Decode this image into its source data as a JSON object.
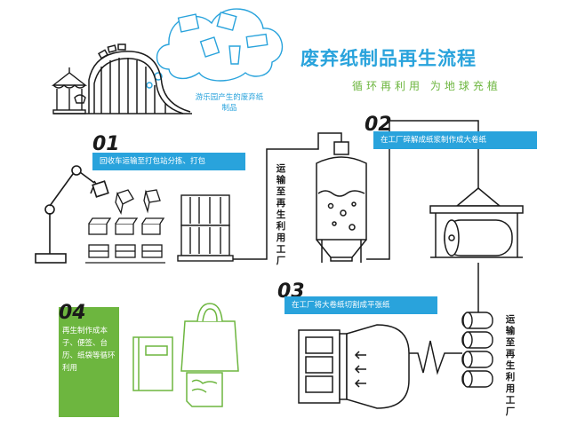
{
  "title": "废弃纸制品再生流程",
  "subtitle": "循环再利用  为地球充植",
  "cloud_caption": "游乐园产生的废弃纸制品",
  "steps": [
    {
      "number": "01",
      "text": "回收车运输至打包站分拣、打包"
    },
    {
      "number": "02",
      "text": "在工厂碎解成纸浆制作成大卷纸"
    },
    {
      "number": "03",
      "text": "在工厂将大卷纸切割成平张纸"
    },
    {
      "number": "04",
      "text": "再生制作成本子、便签、台历、纸袋等循环利用"
    }
  ],
  "transport_label_1": "运输至再生利用工厂",
  "transport_label_2": "运输至再生利用工厂",
  "colors": {
    "accent_blue": "#29a3dc",
    "accent_green": "#6db63f",
    "line": "#1a1a1a"
  },
  "icons": [
    "cloud-icon",
    "roller-coaster-icon",
    "carousel-icon",
    "robot-arm-icon",
    "paper-box-icon",
    "pallet-icon",
    "pulper-tank-icon",
    "paper-roll-machine-icon",
    "paper-rolls-icon",
    "cutter-machine-icon",
    "notebook-icon",
    "paper-bag-icon",
    "sticky-note-icon",
    "recycle-icon"
  ]
}
